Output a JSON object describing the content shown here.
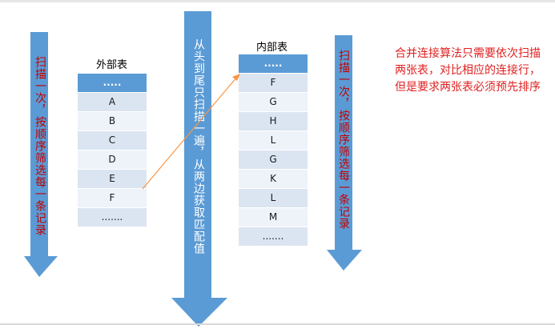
{
  "left_arrow_text": "扫描一次，按顺序筛选每一条记录",
  "middle_arrow_text": "从头到尾只扫描一遍，从两边获取匹配值",
  "right_arrow_text": "扫描一次，按顺序筛选每一条记录",
  "outer_table": {
    "title": "外部表",
    "header": ".....",
    "rows": [
      "A",
      "B",
      "C",
      "D",
      "E",
      "F",
      "......."
    ]
  },
  "inner_table": {
    "title": "内部表",
    "header": ".....",
    "rows": [
      "F",
      "G",
      "H",
      "L",
      "G",
      "K",
      "L",
      "M",
      "......."
    ]
  },
  "note": "合并连接算法只需要依次扫描两张表，对比相应的连接行，但是要求两张表必须预先排序",
  "colors": {
    "arrow_fill": "#5b9bd5",
    "header_fill": "#5b9bd5",
    "row_fill_a": "#dbe5f1",
    "row_fill_b": "#eef3fa",
    "connector": "#f79646",
    "red_text": "#c00000"
  }
}
